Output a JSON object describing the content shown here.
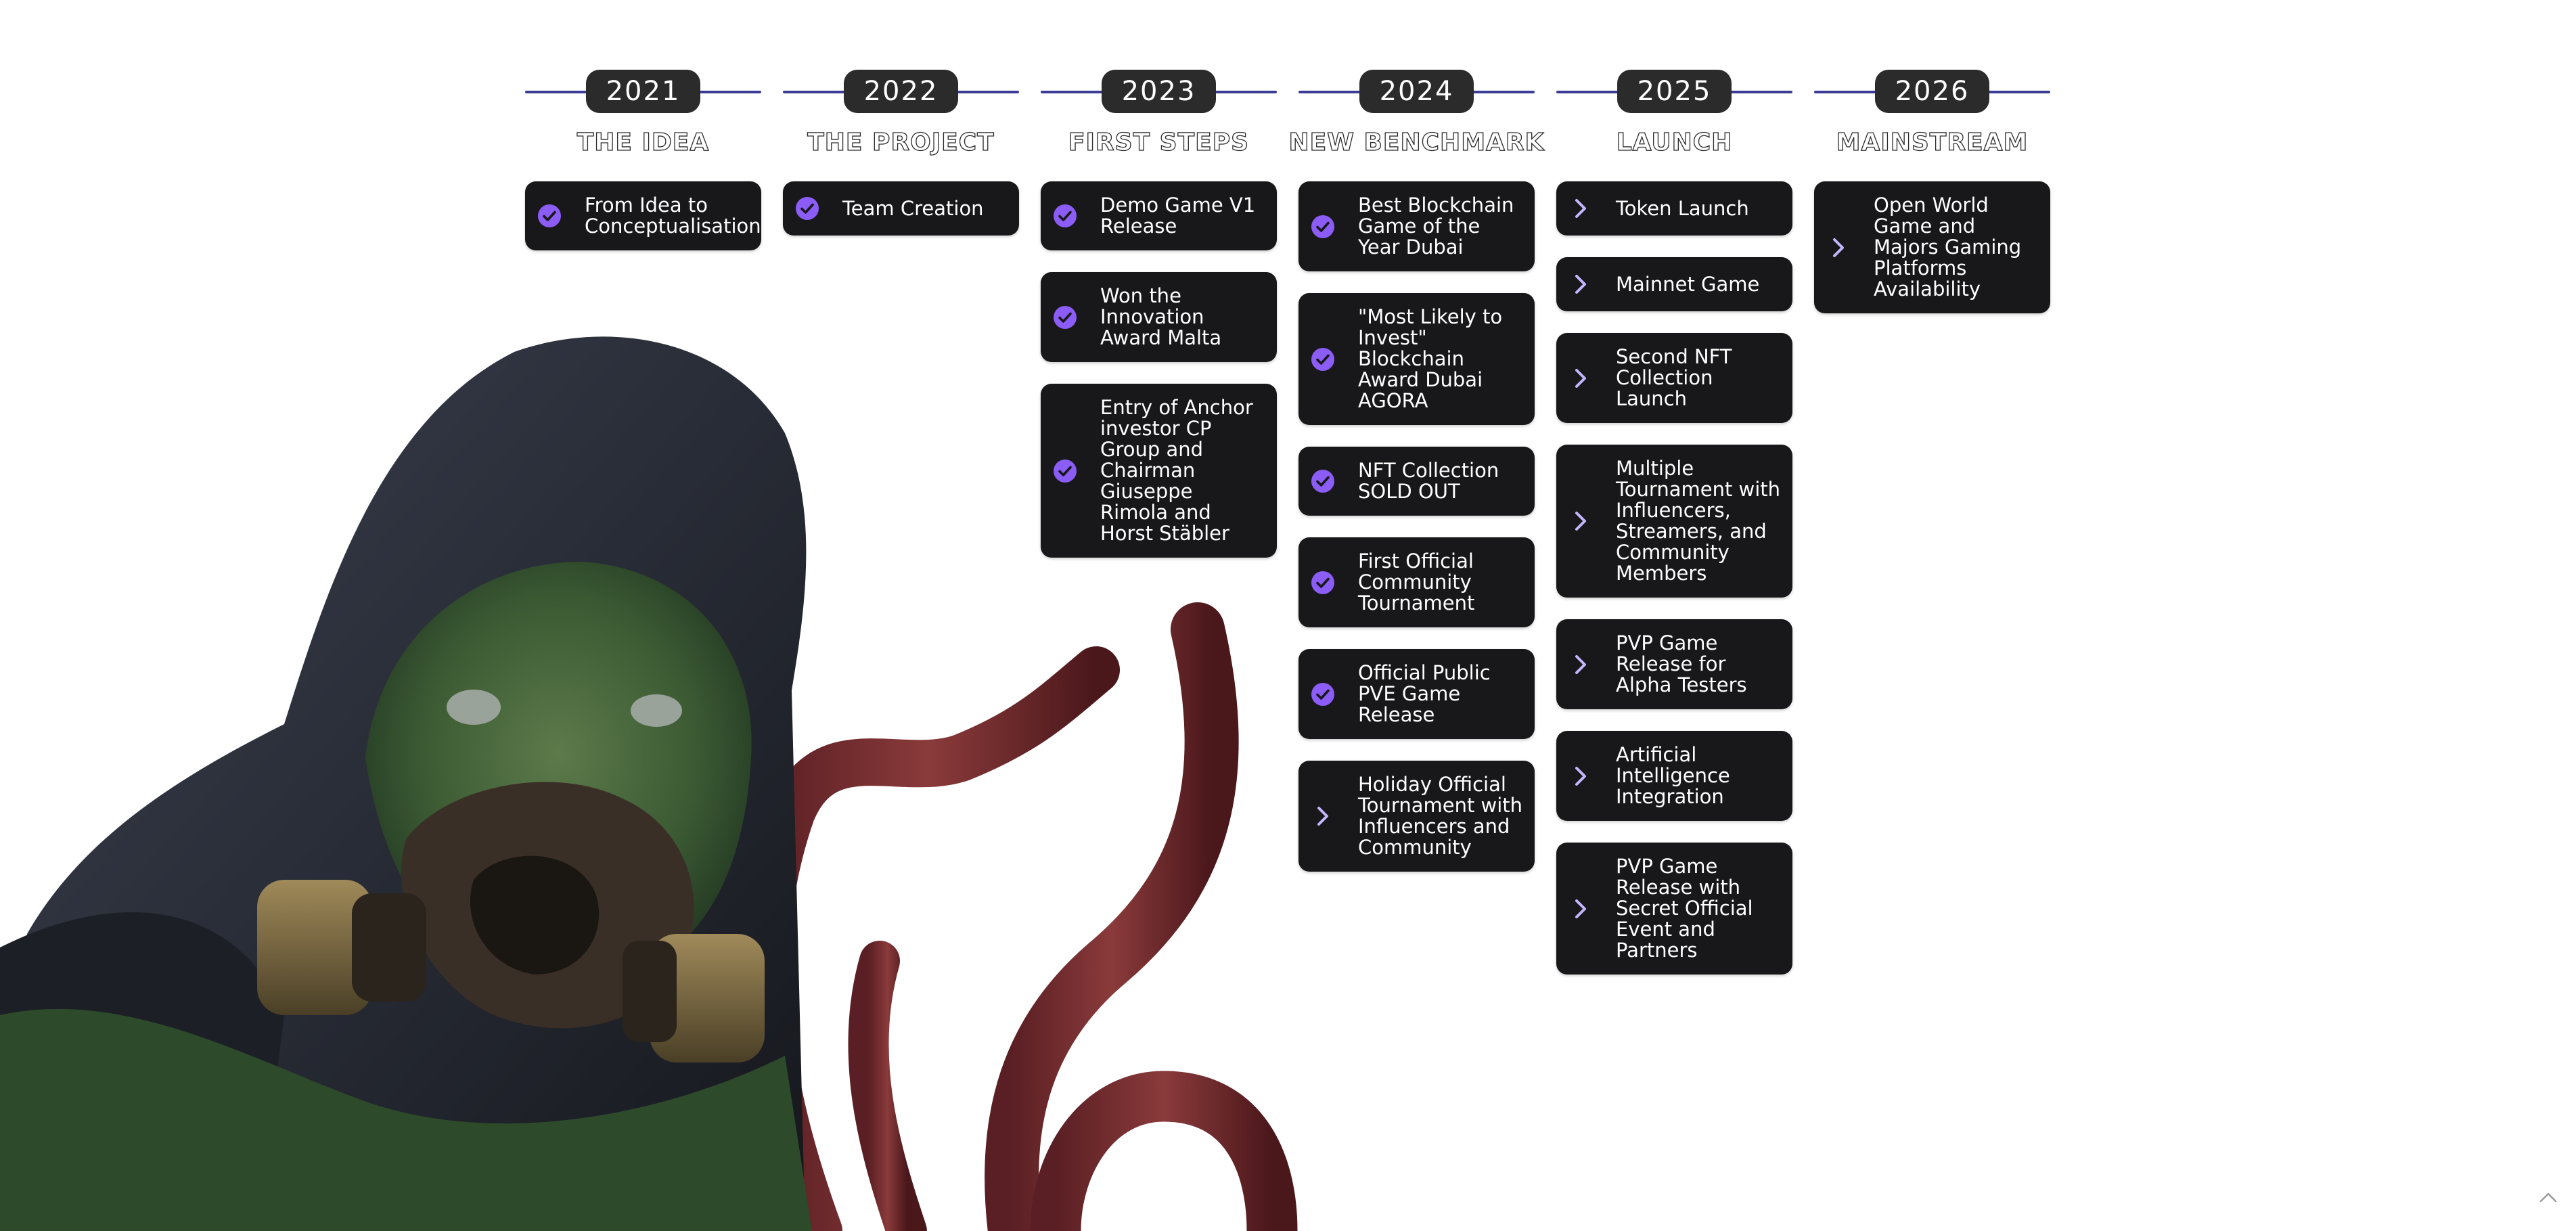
{
  "colors": {
    "accent": "#8b5cf6",
    "timeline_line": "#3a3c95",
    "badge_bg": "#2b2b2b",
    "card_bg": "#18181a",
    "card_text": "#ffffff"
  },
  "hero_image": {
    "icon": "hooded-gasmask-creature-with-tentacles"
  },
  "roadmap": [
    {
      "year": "2021",
      "phase": "THE IDEA",
      "items": [
        {
          "label": "From Idea to Conceptualisation",
          "status": "done"
        }
      ]
    },
    {
      "year": "2022",
      "phase": "THE PROJECT",
      "items": [
        {
          "label": "Team Creation",
          "status": "done"
        }
      ]
    },
    {
      "year": "2023",
      "phase": "FIRST STEPS",
      "items": [
        {
          "label": "Demo Game V1 Release",
          "status": "done"
        },
        {
          "label": "Won the Innovation Award Malta",
          "status": "done"
        },
        {
          "label": "Entry of Anchor investor CP Group and Chairman Giuseppe Rimola and Horst Stäbler",
          "status": "done"
        }
      ]
    },
    {
      "year": "2024",
      "phase": "NEW BENCHMARK",
      "items": [
        {
          "label": "Best Blockchain Game of the Year Dubai",
          "status": "done"
        },
        {
          "label": "\"Most Likely to Invest\" Blockchain Award Dubai AGORA",
          "status": "done"
        },
        {
          "label": "NFT Collection SOLD OUT",
          "status": "done"
        },
        {
          "label": "First Official Community Tournament",
          "status": "done"
        },
        {
          "label": "Official Public PVE Game Release",
          "status": "done"
        },
        {
          "label": "Holiday Official Tournament with Influencers and Community",
          "status": "upcoming"
        }
      ]
    },
    {
      "year": "2025",
      "phase": "LAUNCH",
      "items": [
        {
          "label": "Token Launch",
          "status": "upcoming"
        },
        {
          "label": "Mainnet Game",
          "status": "upcoming"
        },
        {
          "label": "Second NFT Collection Launch",
          "status": "upcoming"
        },
        {
          "label": "Multiple Tournament with Influencers, Streamers, and Community Members",
          "status": "upcoming"
        },
        {
          "label": "PVP Game Release for Alpha Testers",
          "status": "upcoming"
        },
        {
          "label": "Artificial Intelligence Integration",
          "status": "upcoming"
        },
        {
          "label": "PVP Game Release with Secret Official Event and Partners",
          "status": "upcoming"
        }
      ]
    },
    {
      "year": "2026",
      "phase": "MAINSTREAM",
      "items": [
        {
          "label": "Open World Game and Majors Gaming Platforms Availability",
          "status": "upcoming"
        }
      ]
    }
  ]
}
